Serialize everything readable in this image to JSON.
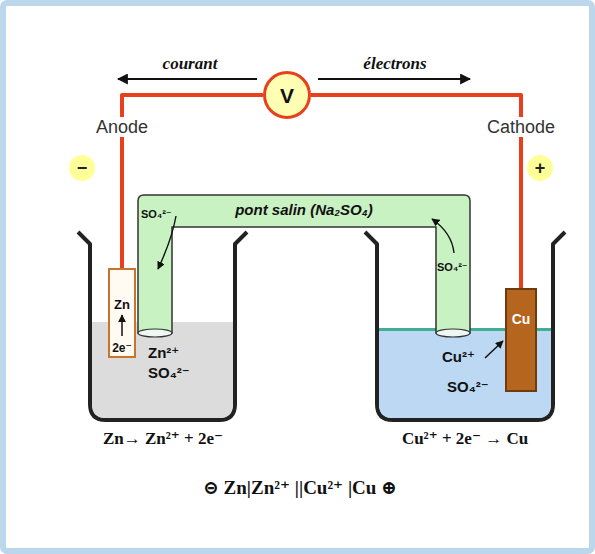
{
  "diagram": {
    "nodes": [
      {
        "text": [
          "V"
        ]
      },
      {
        "text": [
          "−"
        ]
      },
      {
        "text": [
          "+"
        ]
      },
      {
        "text": [
          "Zn²⁺",
          "SO₄²⁻"
        ]
      },
      {
        "text": [
          "Cu²⁺",
          "SO₄²⁻"
        ]
      },
      {
        "text": [
          "SO₄²⁻",
          "pont salin (Na₂SO₄)",
          "SO₄²⁻"
        ]
      },
      {
        "text": [
          "Zn",
          "2e⁻"
        ]
      },
      {
        "text": [
          "Cu"
        ]
      }
    ],
    "edges": [
      {
        "from": 6,
        "to": 0,
        "arrow": "none"
      },
      {
        "from": 0,
        "to": 7,
        "arrow": "none"
      }
    ],
    "labels": [
      "courant",
      "électrons",
      "Anode",
      "Cathode",
      "Zn→ Zn²⁺ + 2e⁻",
      "Cu²⁺ + 2e⁻ → Cu",
      "⊝ Zn|Zn²⁺ ||Cu²⁺ |Cu ⊕"
    ]
  }
}
